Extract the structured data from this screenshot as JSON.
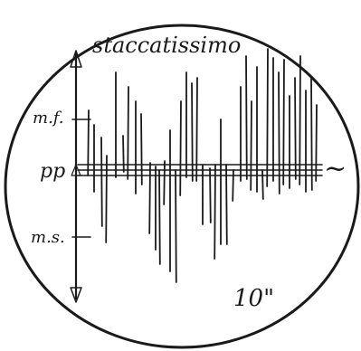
{
  "diagram": {
    "title": "staccatissimo",
    "level_labels": {
      "upper": "m.f.",
      "middle": "pp",
      "lower": "m.s."
    },
    "tilde_mark": "~",
    "bottom_note": "10\""
  }
}
